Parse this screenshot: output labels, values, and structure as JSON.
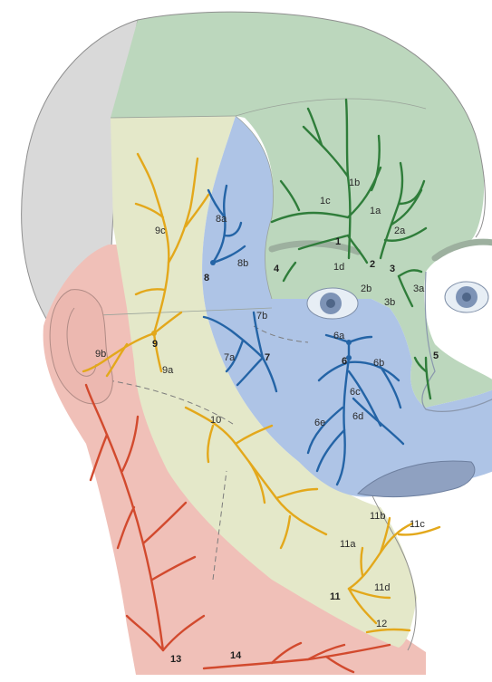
{
  "colors": {
    "green_nerve": "#2f7d3a",
    "blue_nerve": "#2464a6",
    "yellow_nerve": "#e3a81b",
    "red_nerve": "#d24a2e",
    "green_zone": "#bcd7bd",
    "blue_zone": "#aec4e6",
    "yellow_zone": "#e4e8c9",
    "pink_zone": "#f0c0b8",
    "scalp": "#d9d9d9"
  },
  "labels": {
    "l1": "1",
    "l1a": "1a",
    "l1b": "1b",
    "l1c": "1c",
    "l1d": "1d",
    "l2": "2",
    "l2a": "2a",
    "l2b": "2b",
    "l3": "3",
    "l3a": "3a",
    "l3b": "3b",
    "l4": "4",
    "l5": "5",
    "l6": "6",
    "l6a": "6a",
    "l6b": "6b",
    "l6c": "6c",
    "l6d": "6d",
    "l6e": "6e",
    "l7": "7",
    "l7a": "7a",
    "l7b": "7b",
    "l8": "8",
    "l8a": "8a",
    "l8b": "8b",
    "l9": "9",
    "l9a": "9a",
    "l9b": "9b",
    "l9c": "9c",
    "l10": "10",
    "l11": "11",
    "l11a": "11a",
    "l11b": "11b",
    "l11c": "11c",
    "l11d": "11d",
    "l12": "12",
    "l13": "13",
    "l14": "14"
  }
}
